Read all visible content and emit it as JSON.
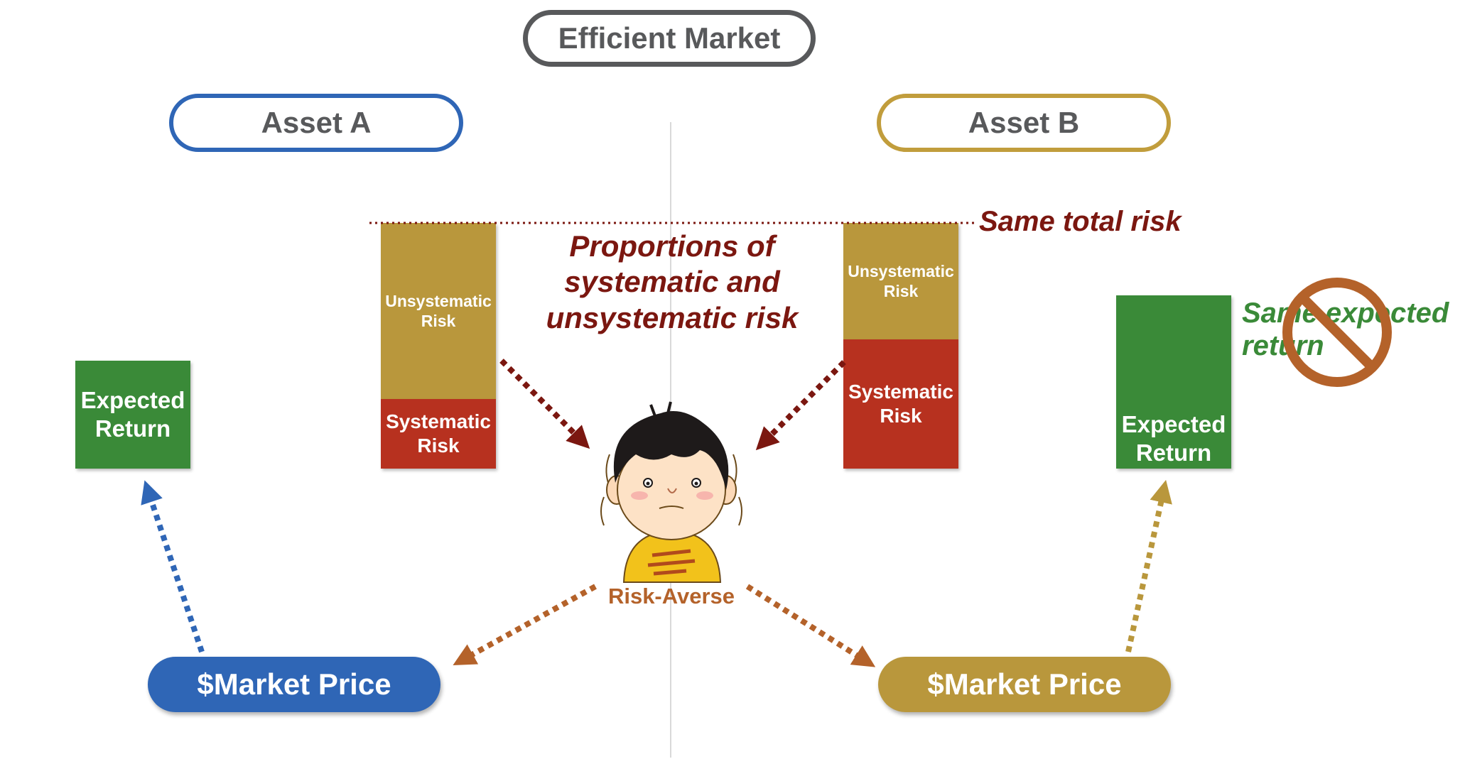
{
  "title": "Efficient Market",
  "asset_a": {
    "label": "Asset A",
    "unsystematic": "Unsystematic Risk",
    "systematic": "Systematic Risk",
    "expected_return": "Expected Return",
    "price": "$Market Price",
    "color": "#2f66b6"
  },
  "asset_b": {
    "label": "Asset B",
    "unsystematic": "Unsystematic Risk",
    "systematic": "Systematic Risk",
    "expected_return": "Expected Return",
    "price": "$Market Price",
    "color": "#b9973c"
  },
  "notes": {
    "same_total_risk": "Same total risk",
    "proportions": "Proportions of systematic and unsystematic risk",
    "same_expected_return": "Same expected return",
    "investor": "Risk-Averse"
  },
  "colors": {
    "unsystematic": "#b9973c",
    "systematic": "#b7311f",
    "expected_return": "#3a8a38",
    "prohibition": "#b4622a",
    "title_border": "#58595b"
  },
  "icons": [
    "prohibition-icon",
    "worried-person-icon"
  ]
}
